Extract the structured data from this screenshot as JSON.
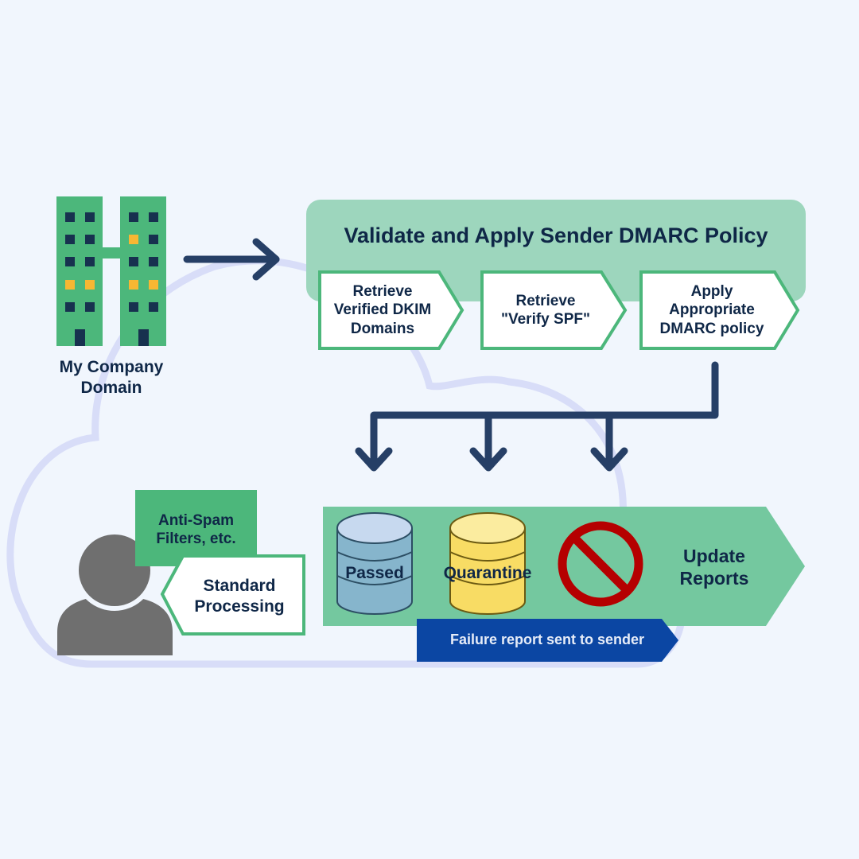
{
  "source": {
    "label_lines": [
      "My Company",
      "Domain"
    ],
    "icon": "office-buildings-icon"
  },
  "policy_panel": {
    "title": "Validate and Apply Sender DMARC Policy",
    "steps": [
      {
        "lines": [
          "Retrieve",
          "Verified DKIM",
          "Domains"
        ]
      },
      {
        "lines": [
          "Retrieve",
          "\"Verify SPF\""
        ]
      },
      {
        "lines": [
          "Apply",
          "Appropriate",
          "DMARC policy"
        ]
      }
    ]
  },
  "outcomes": {
    "passed": "Passed",
    "quarantine": "Quarantine",
    "reject_icon": "prohibited-icon",
    "update_lines": [
      "Update",
      "Reports"
    ],
    "failure_note": "Failure report sent to sender"
  },
  "recipient": {
    "icon": "user-icon",
    "antispam_lines": [
      "Anti-Spam",
      "Filters, etc."
    ],
    "standard_lines": [
      "Standard",
      "Processing"
    ]
  },
  "background_icon": "cloud-outline-icon",
  "colors": {
    "background": "#f1f6fd",
    "panel": "#9dd6bd",
    "green": "#4cb77b",
    "band": "#74c89f",
    "navy": "#263f66",
    "text": "#0f2747",
    "blue": "#0b46a3",
    "cloud": "#d8ddf8",
    "db_blue": "#86b5cc",
    "db_yellow": "#f8dc64",
    "reject_red": "#b50000",
    "person": "#6f6f6f",
    "window_yellow": "#f7b733"
  }
}
